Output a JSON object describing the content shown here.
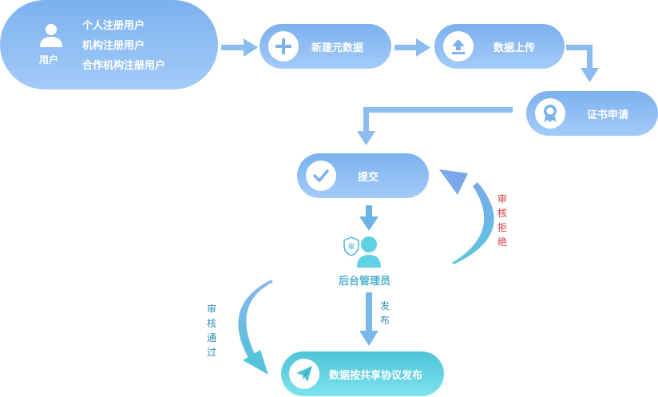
{
  "user": {
    "label": "用户",
    "types": [
      "个人注册用户",
      "机构注册用户",
      "合作机构注册用户"
    ]
  },
  "steps": {
    "create": "新建元数据",
    "upload": "数据上传",
    "certificate": "证书申请",
    "submit": "提交",
    "admin": "后台管理员",
    "publish": "数据按共享协议发布"
  },
  "edges": {
    "publish_label": "发布",
    "approved_label": "审核通过",
    "rejected_label": "审核拒绝"
  },
  "badge": "审",
  "colors": {
    "node_top": "#7cb1ee",
    "node_bottom": "#a3cbf8",
    "publish_top": "#4ec3d7",
    "publish_bottom": "#7de2ee",
    "arrow": "#8bbcf0",
    "admin": "#5ed1e2",
    "reject_text": "#d43a3a",
    "approve_text": "#2e90b5"
  }
}
